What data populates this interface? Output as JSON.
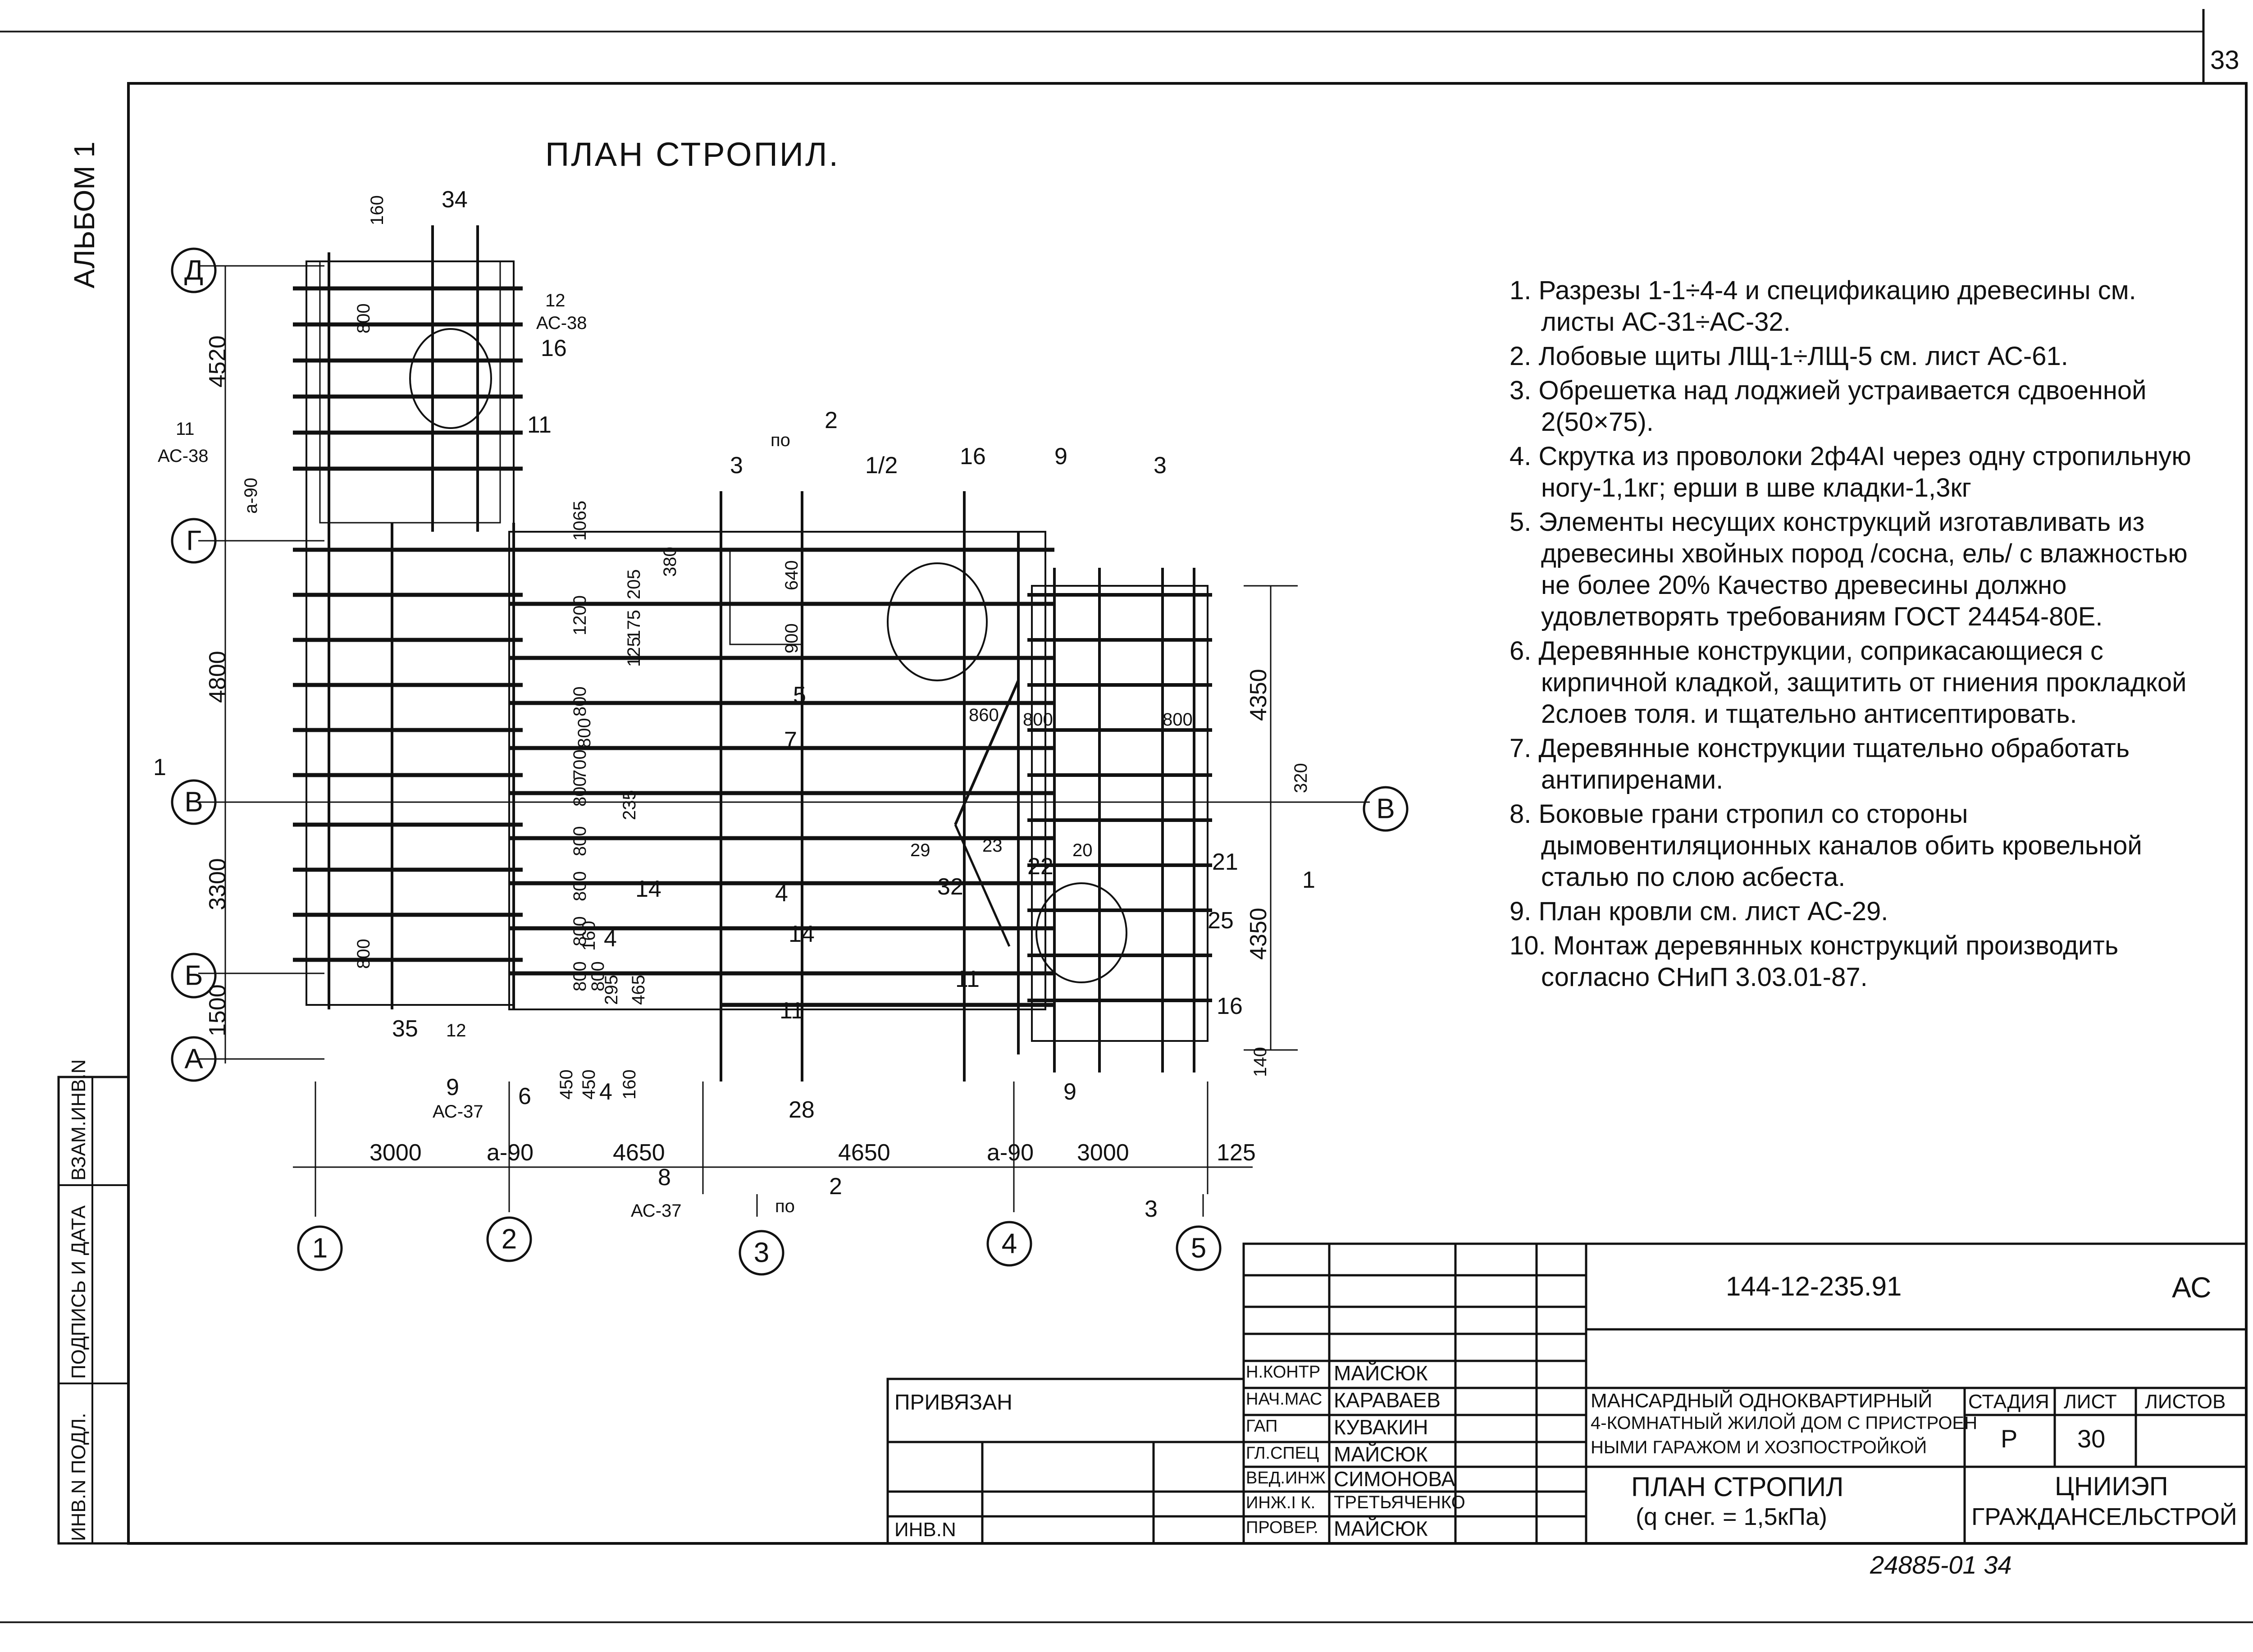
{
  "page": {
    "sheet_number": "33",
    "album": "АЛЬБОМ 1",
    "bottom_code": "24885-01   34"
  },
  "plan": {
    "title": "ПЛАН СТРОПИЛ.",
    "axes_letters": [
      "Д",
      "Г",
      "В",
      "Б",
      "А"
    ],
    "axes_numbers": [
      "1",
      "2",
      "3",
      "4",
      "5"
    ],
    "left_dims": [
      "4520",
      "4800",
      "3300",
      "1500"
    ],
    "bottom_dims": [
      "3000",
      "a-90",
      "4650",
      "4650",
      "a-90",
      "3000",
      "125"
    ],
    "right_dims": [
      "4350",
      "4350",
      "320",
      "140"
    ],
    "callouts": [
      {
        "mark": "34"
      },
      {
        "mark": "12",
        "ref": "АС-38"
      },
      {
        "mark": "16"
      },
      {
        "mark": "11",
        "ref": "АС-38"
      },
      {
        "mark": "11"
      },
      {
        "mark": "a-90"
      },
      {
        "mark": "3"
      },
      {
        "mark": "1/2"
      },
      {
        "mark": "16"
      },
      {
        "mark": "9"
      },
      {
        "mark": "5"
      },
      {
        "mark": "7"
      },
      {
        "mark": "860"
      },
      {
        "mark": "800"
      },
      {
        "mark": "800"
      },
      {
        "mark": "29"
      },
      {
        "mark": "23"
      },
      {
        "mark": "20"
      },
      {
        "mark": "21"
      },
      {
        "mark": "22"
      },
      {
        "mark": "32"
      },
      {
        "mark": "14"
      },
      {
        "mark": "4"
      },
      {
        "mark": "14"
      },
      {
        "mark": "25"
      },
      {
        "mark": "11"
      },
      {
        "mark": "16"
      },
      {
        "mark": "35"
      },
      {
        "mark": "12"
      },
      {
        "mark": "6"
      },
      {
        "mark": "9",
        "ref": "АС-37"
      },
      {
        "mark": "8",
        "ref": "АС-37"
      },
      {
        "mark": "28"
      },
      {
        "mark": "11"
      },
      {
        "mark": "9"
      }
    ],
    "inner_dims": [
      "160",
      "800",
      "1065",
      "1200",
      "800",
      "800",
      "700",
      "800",
      "800",
      "800",
      "800",
      "800",
      "295",
      "465",
      "205",
      "175",
      "125",
      "380",
      "640",
      "900",
      "235",
      "450",
      "450",
      "160",
      "160",
      "800",
      "800"
    ],
    "section_marks": [
      "1",
      "1",
      "2",
      "2",
      "3",
      "3",
      "4",
      "4"
    ],
    "section_prefix": "по"
  },
  "notes": [
    "1. Разрезы 1-1÷4-4 и спецификацию древесины см. листы АС-31÷АС-32.",
    "2. Лобовые щиты ЛЩ-1÷ЛЩ-5 см. лист АС-61.",
    "3. Обрешетка над лоджией устраивается сдвоенной 2(50×75).",
    "4. Скрутка из проволоки 2ф4АI через одну стропильную ногу-1,1кг; ерши в шве кладки-1,3кг",
    "5. Элементы несущих конструкций изготавливать из древесины хвойных пород /сосна, ель/ с влажностью не более 20% Качество древесины должно удовлетворять требованиям ГОСТ 24454-80Е.",
    "6. Деревянные конструкции, соприкасающиеся с кирпичной кладкой, защитить от гниения прокладкой 2слоев толя. и тщательно антисептировать.",
    "7. Деревянные конструкции тщательно обработать антипиренами.",
    "8. Боковые грани стропил со стороны дымовентиляционных каналов обить кровельной сталью по слою асбеста.",
    "9. План кровли см. лист АС-29.",
    "10. Монтаж деревянных конструкций производить согласно СНиП 3.03.01-87."
  ],
  "left_stamp": [
    "ИНВ.N ПОДЛ.",
    "ПОДПИСЬ И ДАТА",
    "ВЗАМ.ИНВ.N"
  ],
  "privyazan": {
    "label": "ПРИВЯЗАН",
    "inv": "ИНВ.N"
  },
  "signatures": [
    {
      "role": "Н.КОНТР",
      "name": "МАЙСЮК"
    },
    {
      "role": "НАЧ.МАС",
      "name": "КАРАВАЕВ"
    },
    {
      "role": "ГАП",
      "name": "КУВАКИН"
    },
    {
      "role": "ГЛ.СПЕЦ",
      "name": "МАЙСЮК"
    },
    {
      "role": "ВЕД.ИНЖ",
      "name": "СИМОНОВА"
    },
    {
      "role": "ИНЖ.I К.",
      "name": "ТРЕТЬЯЧЕНКО"
    },
    {
      "role": "ПРОВЕР.",
      "name": "МАЙСЮК"
    }
  ],
  "titleblock": {
    "doc_code": "144-12-235.91",
    "mark": "АС",
    "project": [
      "МАНСАРДНЫЙ ОДНОКВАРТИРНЫЙ",
      "4-КОМНАТНЫЙ ЖИЛОЙ ДОМ С ПРИСТРОЕН",
      "НЫМИ ГАРАЖОМ И ХОЗПОСТРОЙКОЙ"
    ],
    "stage_label": "СТАДИЯ",
    "sheet_label": "ЛИСТ",
    "sheets_label": "ЛИСТОВ",
    "stage": "Р",
    "sheet": "30",
    "drawing": [
      "ПЛАН СТРОПИЛ",
      "(q снег. = 1,5кПа)"
    ],
    "org": [
      "ЦНИИЭП",
      "ГРАЖДАНСЕЛЬСТРОЙ"
    ]
  }
}
